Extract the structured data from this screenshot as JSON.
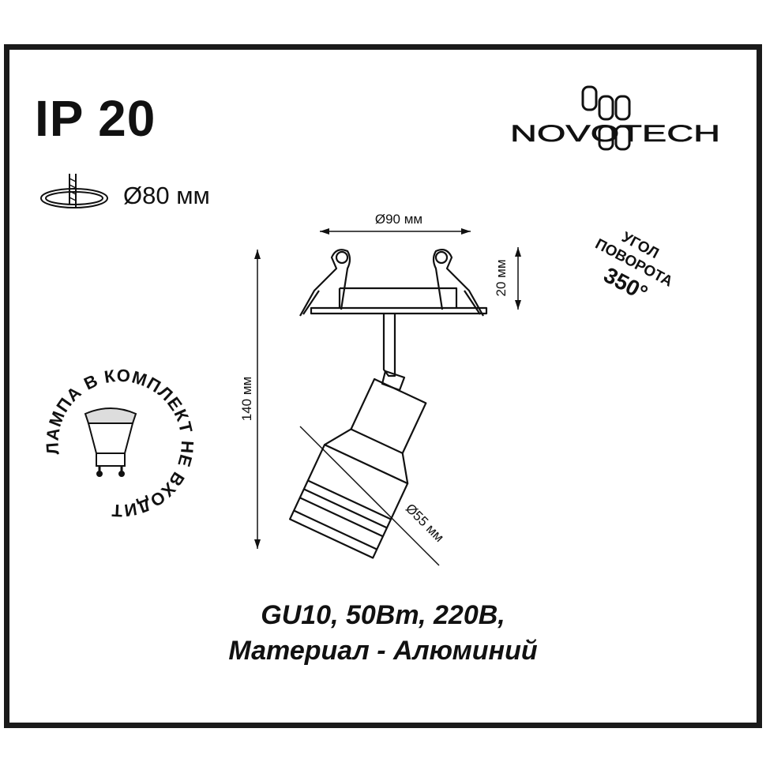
{
  "header": {
    "ip_rating": "IP 20",
    "brand": "NOVOTECH",
    "cutout_diameter": "Ø80 мм"
  },
  "dimensions": {
    "width_label": "Ø90 мм",
    "height_label": "140 мм",
    "recess_label": "20 мм",
    "head_label": "Ø55 мм"
  },
  "rotation": {
    "line1": "УГОЛ",
    "line2": "ПОВОРОТА",
    "value": "350°"
  },
  "lamp_badge": {
    "text": "ЛАМПА В КОМПЛЕКТ НЕ ВХОДИТ"
  },
  "specs": {
    "line1": "GU10, 50Вт, 220В,",
    "line2": "Материал - Алюминий"
  },
  "colors": {
    "ink": "#111111",
    "frame": "#1a1a1a",
    "background": "#ffffff"
  },
  "icons": [
    "cutout-hole-icon",
    "gu10-lamp-icon",
    "novotech-logo"
  ]
}
